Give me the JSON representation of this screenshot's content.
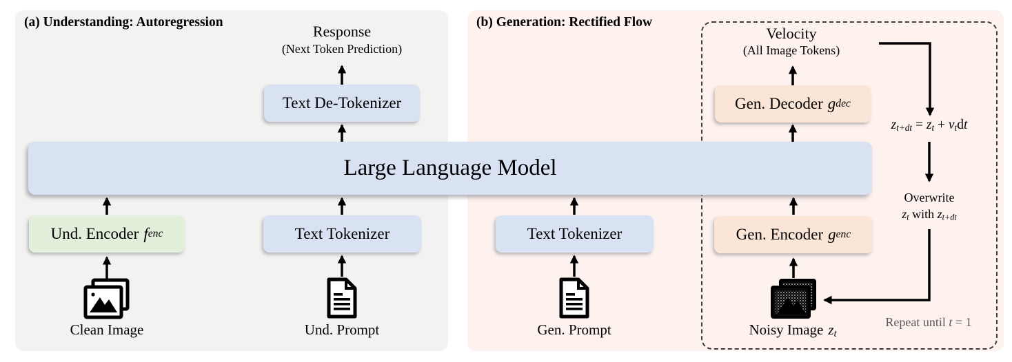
{
  "panel_a": {
    "title": "(a) Understanding: Autoregression",
    "response": {
      "title": "Response",
      "subtitle": "(Next Token Prediction)"
    },
    "detokenizer_label": "Text De-Tokenizer",
    "und_encoder": {
      "text": "Und. Encoder",
      "symbol": "f",
      "sub": "enc"
    },
    "tokenizer_label": "Text Tokenizer",
    "clean_image_label": "Clean Image",
    "und_prompt_label": "Und. Prompt"
  },
  "llm": {
    "label": "Large Language Model"
  },
  "panel_b": {
    "title": "(b) Generation: Rectified Flow",
    "velocity": {
      "title": "Velocity",
      "subtitle": "(All Image Tokens)"
    },
    "gen_decoder": {
      "text": "Gen. Decoder",
      "symbol": "g",
      "sub": "dec"
    },
    "tokenizer_label": "Text Tokenizer",
    "gen_prompt_label": "Gen. Prompt",
    "gen_encoder": {
      "text": "Gen. Encoder",
      "symbol": "g",
      "sub": "enc"
    },
    "noisy_image": {
      "text": "Noisy Image",
      "symbol": "z",
      "sub": "t"
    },
    "equation": {
      "lhs": "z",
      "lhs_sub": "t+dt",
      "eq": " = ",
      "rhs1": "z",
      "rhs1_sub": "t",
      "plus": " + ",
      "rhs2": "v",
      "rhs2_sub": "t",
      "d": "d",
      "t": "t"
    },
    "overwrite": {
      "line1": "Overwrite",
      "z1": "z",
      "z1_sub": "t",
      "with": " with ",
      "z2": "z",
      "z2_sub": "t+dt"
    },
    "repeat": {
      "prefix": "Repeat until ",
      "var": "t",
      "suffix": " = 1"
    }
  },
  "icons": {
    "clean_image": "photos-icon",
    "und_prompt": "document-icon",
    "gen_prompt": "document-icon",
    "noisy_image": "noisy-photos-icon"
  },
  "colors": {
    "panel_a_bg": "#f2f2f1",
    "panel_b_bg": "#fdf2ee",
    "blue_box": "#d9e2f3",
    "green_box": "#e2efda",
    "peach_box": "#fbe5d6",
    "arrow": "#000000",
    "muted_text": "#595959",
    "dashed_border": "#3d3d3d"
  }
}
